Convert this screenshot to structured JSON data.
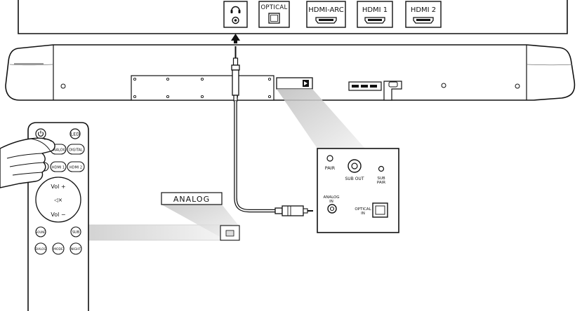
{
  "tv_panel": {
    "ports": [
      {
        "id": "headphone",
        "label": ""
      },
      {
        "id": "optical",
        "label": "OPTICAL"
      },
      {
        "id": "hdmi_arc",
        "label": "HDMI-ARC"
      },
      {
        "id": "hdmi1",
        "label": "HDMI 1"
      },
      {
        "id": "hdmi2",
        "label": "HDMI 2"
      }
    ]
  },
  "soundbar": {
    "zoom_panel": {
      "pair": "PAIR",
      "sub_out": "SUB OUT",
      "sub_pair_l1": "SUB",
      "sub_pair_l2": "PAIR",
      "analog_in_l1": "ANALOG",
      "analog_in_l2": "IN",
      "optical_in_l1": "OPTICAL",
      "optical_in_l2": "IN"
    }
  },
  "callout": {
    "analog": "ANALOG"
  },
  "remote": {
    "buttons": {
      "led": "LED",
      "analog": "ANALOG",
      "digital": "DIGITAL",
      "hdmi1": "HDMI 1",
      "hdmi2": "HDMI 2",
      "vol_up": "Vol +",
      "mute": "◁×",
      "vol_down": "Vol −",
      "sound": "SOUND",
      "sub": "SUB",
      "dialog": "DIALOG",
      "mode": "MODE",
      "night": "NIGHT"
    }
  }
}
